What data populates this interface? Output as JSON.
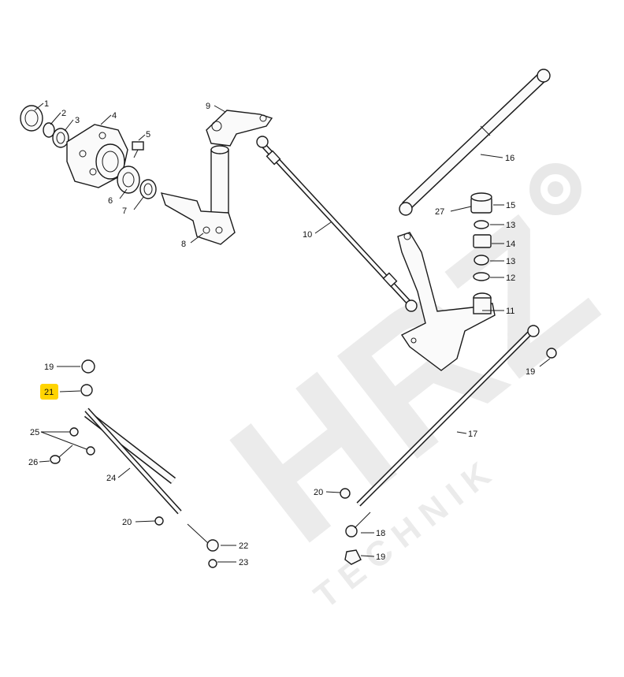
{
  "watermark": {
    "brand": "HRZ",
    "sub": "T E C H N I K"
  },
  "highlight_color": "#ffd400",
  "parts": [
    {
      "id": "p1",
      "label": "1"
    },
    {
      "id": "p2",
      "label": "2"
    },
    {
      "id": "p3",
      "label": "3"
    },
    {
      "id": "p4",
      "label": "4"
    },
    {
      "id": "p5",
      "label": "5"
    },
    {
      "id": "p6",
      "label": "6"
    },
    {
      "id": "p7",
      "label": "7"
    },
    {
      "id": "p8",
      "label": "8"
    },
    {
      "id": "p9",
      "label": "9"
    },
    {
      "id": "p10",
      "label": "10"
    },
    {
      "id": "p11",
      "label": "11"
    },
    {
      "id": "p12",
      "label": "12"
    },
    {
      "id": "p13a",
      "label": "13"
    },
    {
      "id": "p13b",
      "label": "13"
    },
    {
      "id": "p14",
      "label": "14"
    },
    {
      "id": "p15",
      "label": "15"
    },
    {
      "id": "p16",
      "label": "16"
    },
    {
      "id": "p17",
      "label": "17"
    },
    {
      "id": "p18",
      "label": "18"
    },
    {
      "id": "p19a",
      "label": "19"
    },
    {
      "id": "p19b",
      "label": "19"
    },
    {
      "id": "p19c",
      "label": "19"
    },
    {
      "id": "p20a",
      "label": "20"
    },
    {
      "id": "p20b",
      "label": "20"
    },
    {
      "id": "p21",
      "label": "21"
    },
    {
      "id": "p22",
      "label": "22"
    },
    {
      "id": "p23",
      "label": "23"
    },
    {
      "id": "p24",
      "label": "24"
    },
    {
      "id": "p25",
      "label": "25"
    },
    {
      "id": "p26",
      "label": "26"
    },
    {
      "id": "p27",
      "label": "27"
    }
  ]
}
